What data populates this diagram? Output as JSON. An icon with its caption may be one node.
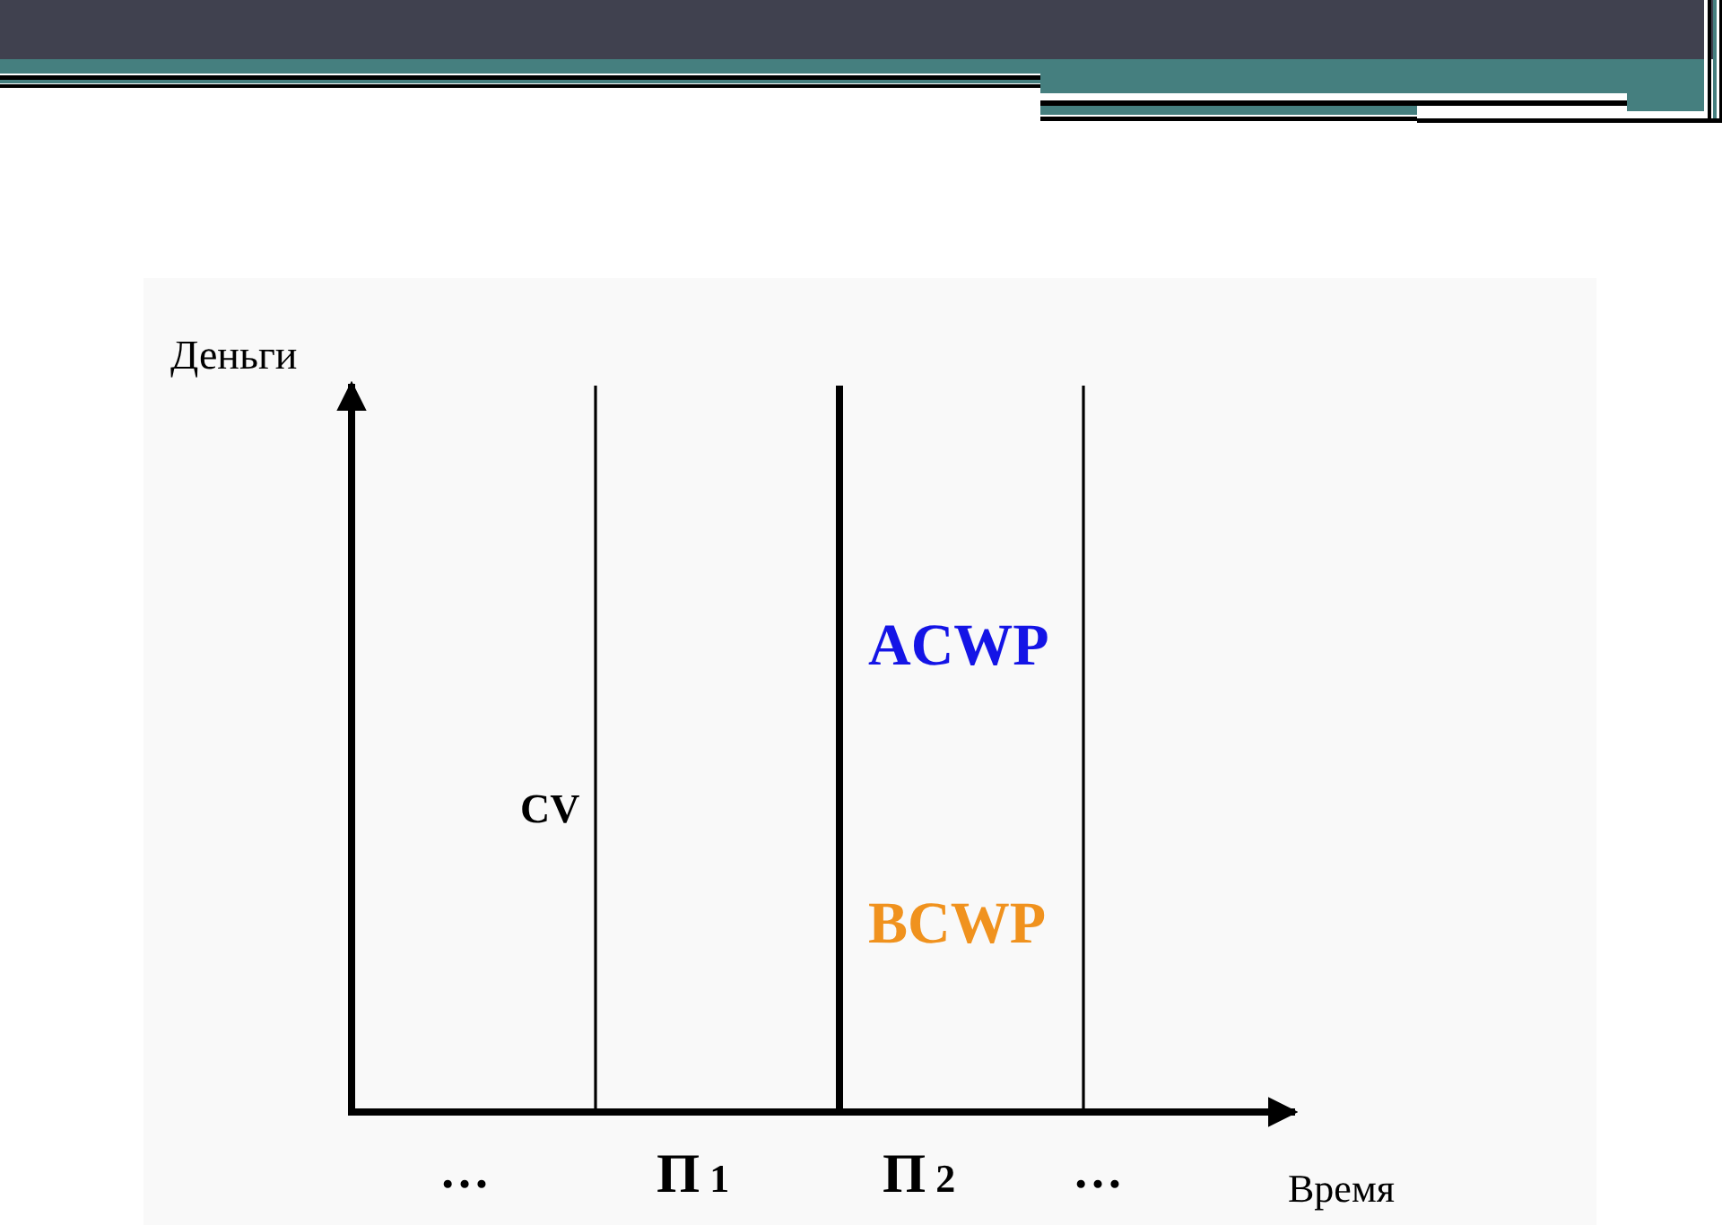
{
  "diagram": {
    "labels": [
      "Деньги",
      "ACWP",
      "CV",
      "BCWP",
      "…",
      "П 1",
      "П 2",
      "…",
      "Время"
    ]
  }
}
